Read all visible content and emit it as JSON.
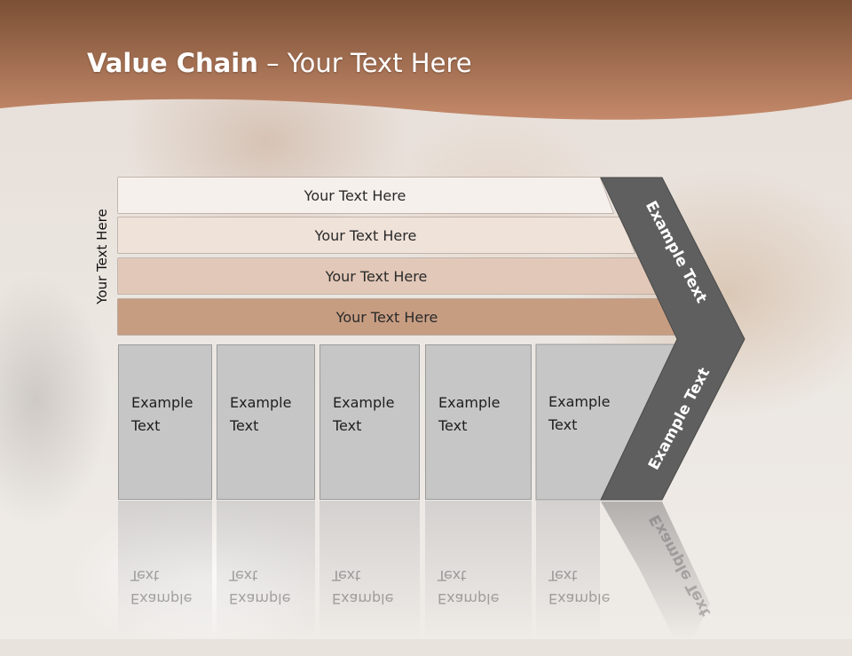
{
  "title": {
    "bold": "Value Chain",
    "rest": " – Your Text Here"
  },
  "side_label": "Your Text Here",
  "bands": [
    "Your Text Here",
    "Your Text Here",
    "Your Text Here",
    "Your Text Here"
  ],
  "boxes": [
    {
      "line1": "Example",
      "line2": "Text"
    },
    {
      "line1": "Example",
      "line2": "Text"
    },
    {
      "line1": "Example",
      "line2": "Text"
    },
    {
      "line1": "Example",
      "line2": "Text"
    },
    {
      "line1": "Example",
      "line2": "Text"
    }
  ],
  "chevron": {
    "upper": "Example Text",
    "lower": "Example Text"
  },
  "colors": {
    "header_top": "#7a5034",
    "header_bottom": "#c48a66",
    "band_1": "#f6f0ec",
    "band_2": "#efe2d9",
    "band_3": "#e2c8b8",
    "band_4": "#c79d82",
    "box_fill": "#c6c6c6",
    "chevron_fill": "#5f5f5f"
  }
}
